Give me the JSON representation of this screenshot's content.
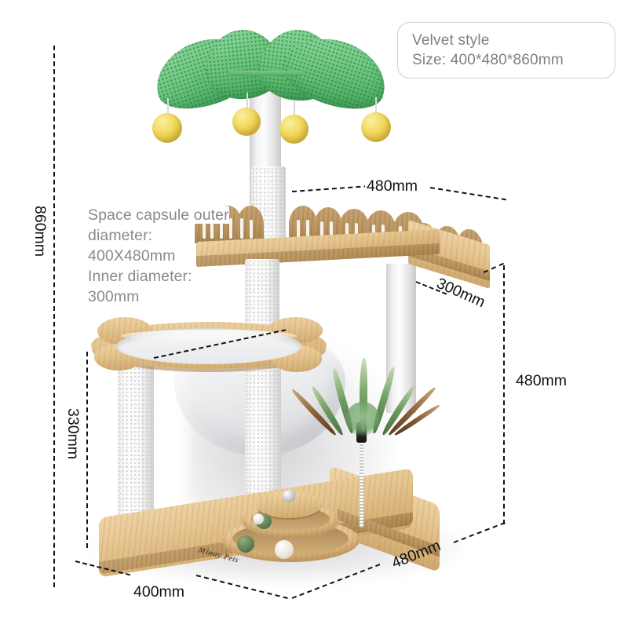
{
  "product": {
    "name": "cat-tree-tower",
    "brand_engraving": "Minny Pets"
  },
  "info_box": {
    "style_label": "Velvet style",
    "size_label": "Size: 400*480*860mm"
  },
  "capsule_note": {
    "line1_a": "Space capsule ",
    "line1_b": "outer",
    "line2": "diameter:",
    "line3": "400X480mm",
    "line4": "Inner diameter:",
    "line5": "300mm"
  },
  "dimensions": {
    "total_height": "860mm",
    "lower_post_height": "330mm",
    "top_shelf_width": "480mm",
    "top_shelf_depth": "300mm",
    "right_height": "480mm",
    "base_width": "400mm",
    "base_depth": "480mm"
  },
  "colors": {
    "wood": "#e6c691",
    "wood_dark": "#b9945f",
    "leaf_green": "#6ec97f",
    "ball_yellow": "#f2d95f",
    "post_white": "#f4f4f4",
    "dimension_text": "#111111",
    "note_text": "#8a8a8a",
    "info_border": "#cfcfcf"
  }
}
